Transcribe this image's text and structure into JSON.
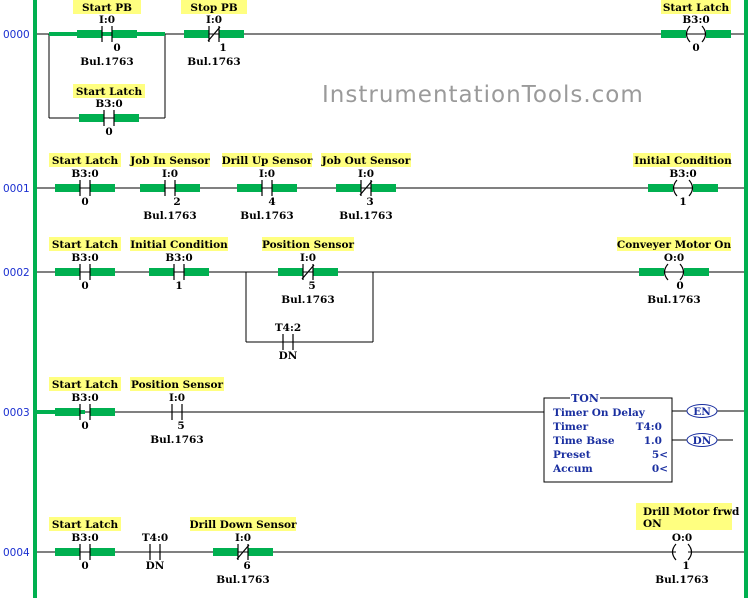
{
  "watermark": "InstrumentationTools.com",
  "colors": {
    "label_bg": "#ffff80",
    "energized": "#00b050",
    "rail": "#00b050",
    "rung_number": "#1a2fd0",
    "timer_text": "#1a2fa0"
  },
  "rungs": [
    {
      "number": "0000",
      "start_pb": {
        "desc": "Start PB",
        "addr": "I:0",
        "bit": "0",
        "module": "Bul.1763"
      },
      "stop_pb": {
        "desc": "Stop PB",
        "addr": "I:0",
        "bit": "1",
        "module": "Bul.1763"
      },
      "branch_latch": {
        "desc": "Start Latch",
        "addr": "B3:0",
        "bit": "0"
      },
      "coil": {
        "desc": "Start Latch",
        "addr": "B3:0",
        "bit": "0"
      }
    },
    {
      "number": "0001",
      "c1": {
        "desc": "Start Latch",
        "addr": "B3:0",
        "bit": "0"
      },
      "c2": {
        "desc": "Job In Sensor",
        "addr": "I:0",
        "bit": "2",
        "module": "Bul.1763"
      },
      "c3": {
        "desc": "Drill Up Sensor",
        "addr": "I:0",
        "bit": "4",
        "module": "Bul.1763"
      },
      "c4": {
        "desc": "Job Out Sensor",
        "addr": "I:0",
        "bit": "3",
        "module": "Bul.1763"
      },
      "coil": {
        "desc": "Initial Condition",
        "addr": "B3:0",
        "bit": "1"
      }
    },
    {
      "number": "0002",
      "c1": {
        "desc": "Start Latch",
        "addr": "B3:0",
        "bit": "0"
      },
      "c2": {
        "desc": "Initial Condition",
        "addr": "B3:0",
        "bit": "1"
      },
      "c3": {
        "desc": "Position Sensor",
        "addr": "I:0",
        "bit": "5",
        "module": "Bul.1763"
      },
      "branch": {
        "addr": "T4:2",
        "bit": "DN"
      },
      "coil": {
        "desc": "Conveyer Motor On",
        "addr": "O:0",
        "bit": "0",
        "module": "Bul.1763"
      }
    },
    {
      "number": "0003",
      "c1": {
        "desc": "Start Latch",
        "addr": "B3:0",
        "bit": "0"
      },
      "c2": {
        "desc": "Position Sensor",
        "addr": "I:0",
        "bit": "5",
        "module": "Bul.1763"
      },
      "ton": {
        "title": "TON",
        "name": "Timer On Delay",
        "timer_label": "Timer",
        "timer_value": "T4:0",
        "base_label": "Time Base",
        "base_value": "1.0",
        "preset_label": "Preset",
        "preset_value": "5<",
        "accum_label": "Accum",
        "accum_value": "0<",
        "en": "EN",
        "dn": "DN"
      }
    },
    {
      "number": "0004",
      "c1": {
        "desc": "Start Latch",
        "addr": "B3:0",
        "bit": "0"
      },
      "c2": {
        "addr": "T4:0",
        "bit": "DN"
      },
      "c3": {
        "desc": "Drill Down Sensor",
        "addr": "I:0",
        "bit": "6",
        "module": "Bul.1763"
      },
      "coil": {
        "desc_line1": "Drill Motor frwd",
        "desc_line2": "ON",
        "addr": "O:0",
        "bit": "1",
        "module": "Bul.1763"
      }
    }
  ]
}
